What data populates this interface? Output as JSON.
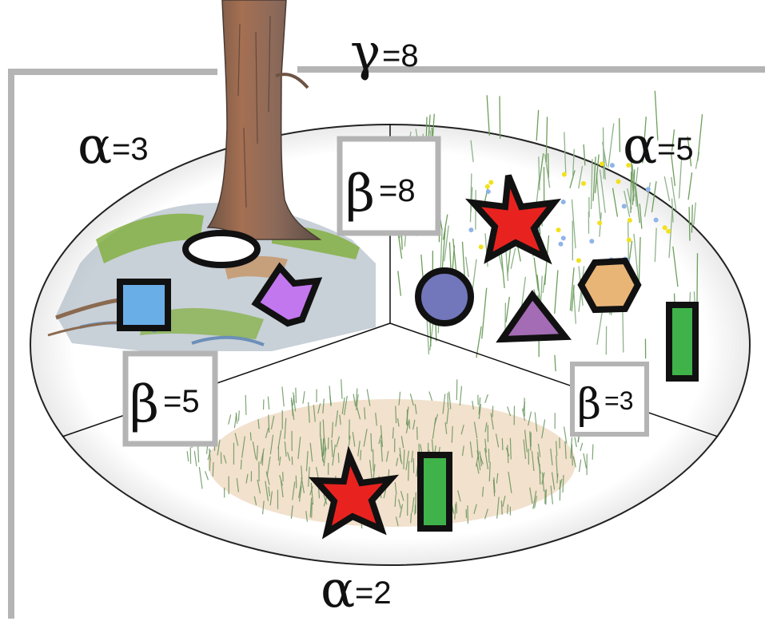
{
  "diagram": {
    "gamma": {
      "symbol": "γ",
      "value": "=8"
    },
    "regions": [
      {
        "id": "forest",
        "alpha": {
          "symbol": "α",
          "value": "=3"
        },
        "beta": {
          "symbol": "β",
          "value": "=5"
        },
        "shapes": [
          {
            "kind": "ellipse",
            "fill": "#ffffff"
          },
          {
            "kind": "square",
            "fill": "#6aaee8"
          },
          {
            "kind": "pennant",
            "fill": "#c377ee"
          }
        ]
      },
      {
        "id": "meadow",
        "alpha": {
          "symbol": "α",
          "value": "=5"
        },
        "beta": {
          "symbol": "β",
          "value": "=3"
        },
        "shapes": [
          {
            "kind": "star",
            "fill": "#e8231f"
          },
          {
            "kind": "circle",
            "fill": "#7276bb"
          },
          {
            "kind": "triangle",
            "fill": "#a46cb4"
          },
          {
            "kind": "hexagon",
            "fill": "#e9b577"
          },
          {
            "kind": "bar",
            "fill": "#3fb24a"
          }
        ]
      },
      {
        "id": "grassland",
        "alpha": {
          "symbol": "α",
          "value": "=2"
        },
        "shapes": [
          {
            "kind": "star",
            "fill": "#e8231f"
          },
          {
            "kind": "bar",
            "fill": "#3fb24a"
          }
        ]
      }
    ],
    "pair_betas": [
      {
        "between": [
          "forest",
          "meadow"
        ],
        "symbol": "β",
        "value": "=8"
      }
    ],
    "colors": {
      "frame": "#b4b4b4",
      "label_box": "#b4b4b4",
      "outline": "#111111"
    }
  }
}
